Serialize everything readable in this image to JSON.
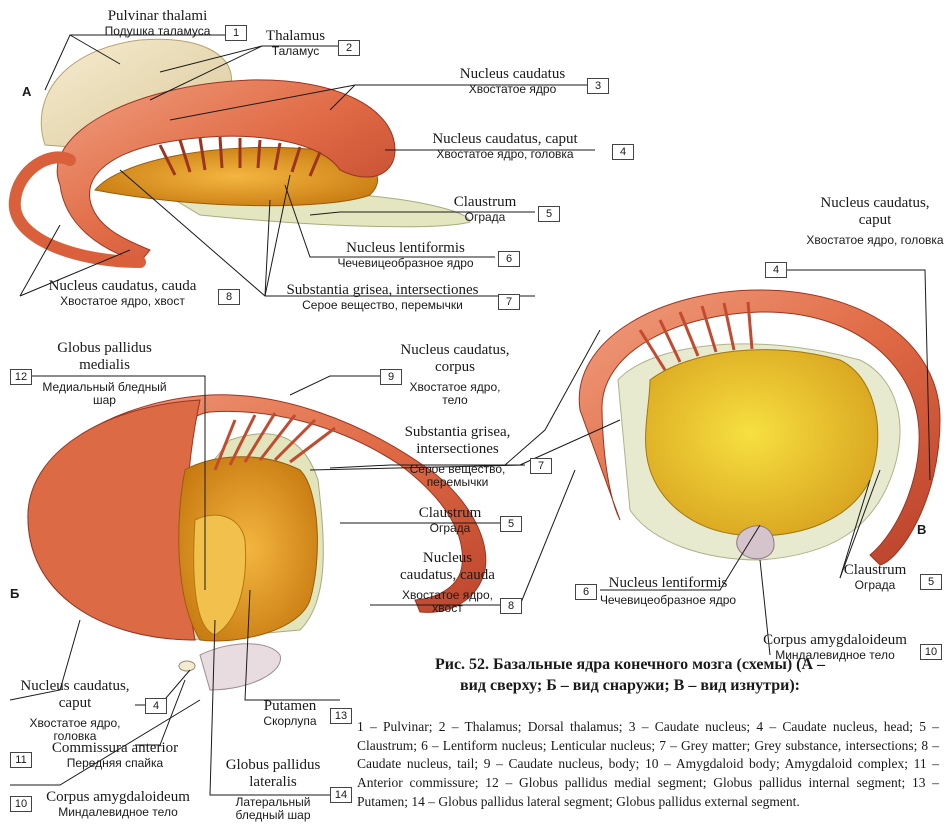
{
  "panel_letters": {
    "a": "А",
    "b": "Б",
    "v": "В"
  },
  "labels": {
    "pulvinar": {
      "num": "1",
      "latin": "Pulvinar thalami",
      "ru": "Подушка таламуса"
    },
    "thalamus": {
      "num": "2",
      "latin": "Thalamus",
      "ru": "Таламус"
    },
    "caudatus": {
      "num": "3",
      "latin": "Nucleus caudatus",
      "ru": "Хвостатое ядро"
    },
    "caput_a": {
      "num": "4",
      "latin": "Nucleus caudatus, caput",
      "ru": "Хвостатое ядро, головка"
    },
    "claustrum_a": {
      "num": "5",
      "latin": "Claustrum",
      "ru": "Ограда"
    },
    "lentiformis_a": {
      "num": "6",
      "latin": "Nucleus lentiformis",
      "ru": "Чечевицеобразное ядро"
    },
    "intersectiones_a": {
      "num": "7",
      "latin": "Substantia grisea, intersectiones",
      "ru": "Серое вещество, перемычки"
    },
    "cauda_a": {
      "num": "8",
      "latin": "Nucleus caudatus, cauda",
      "ru": "Хвостатое ядро, хвост"
    },
    "gp_medialis": {
      "num": "12",
      "latin": "Globus pallidus medialis",
      "ru": "Медиальный бледный шар"
    },
    "corpus": {
      "num": "9",
      "latin": "Nucleus caudatus, corpus",
      "ru": "Хвостатое ядро, тело"
    },
    "intersectiones_b": {
      "num": "7",
      "latin": "Substantia grisea, intersectiones",
      "ru": "Серое вещество, перемычки"
    },
    "claustrum_b": {
      "num": "5",
      "latin": "Claustrum",
      "ru": "Ограда"
    },
    "cauda_b": {
      "num": "8",
      "latin": "Nucleus caudatus, cauda",
      "ru": "Хвостатое ядро, хвост"
    },
    "caput_b": {
      "num": "4",
      "latin": "Nucleus caudatus, caput",
      "ru": "Хвостатое ядро, головка"
    },
    "commissura": {
      "num": "11",
      "latin": "Commissura anterior",
      "ru": "Передняя спайка"
    },
    "amygdala_b": {
      "num": "10",
      "latin": "Corpus amygdaloideum",
      "ru": "Миндалевидное тело"
    },
    "putamen": {
      "num": "13",
      "latin": "Putamen",
      "ru": "Скорлупа"
    },
    "gp_lateralis": {
      "num": "14",
      "latin": "Globus pallidus lateralis",
      "ru": "Латеральный бледный шар"
    },
    "caput_v": {
      "num": "4",
      "latin": "Nucleus caudatus, caput",
      "ru": "Хвостатое ядро, головка"
    },
    "lentiformis_v": {
      "num": "6",
      "latin": "Nucleus lentiformis",
      "ru": "Чечевицеобразное ядро"
    },
    "claustrum_v": {
      "num": "5",
      "latin": "Claustrum",
      "ru": "Ограда"
    },
    "amygdala_v": {
      "num": "10",
      "latin": "Corpus amygdaloideum",
      "ru": "Миндалевидное тело"
    }
  },
  "caption": "Рис. 52. Базальные ядра конечного мозга (схемы) (А – вид сверху; Б – вид снаружи; В – вид изнутри):",
  "legend": "1 – Pulvinar; 2 – Thalamus; Dorsal thalamus; 3 – Caudate nucleus; 4 – Caudate nucleus, head; 5 – Claustrum; 6 – Lentiform nucleus; Lenticular nucleus; 7 – Grey matter; Grey substance, intersections; 8 – Caudate nucleus, tail; 9 – Caudate nucleus, body; 10 – Amygdaloid body; Amygdaloid complex; 11 – Anterior commissure; 12 – Globus pallidus medial segment; Globus pallidus internal segment; 13 – Putamen; 14 – Globus pallidus lateral segment; Globus pallidus external segment."
}
